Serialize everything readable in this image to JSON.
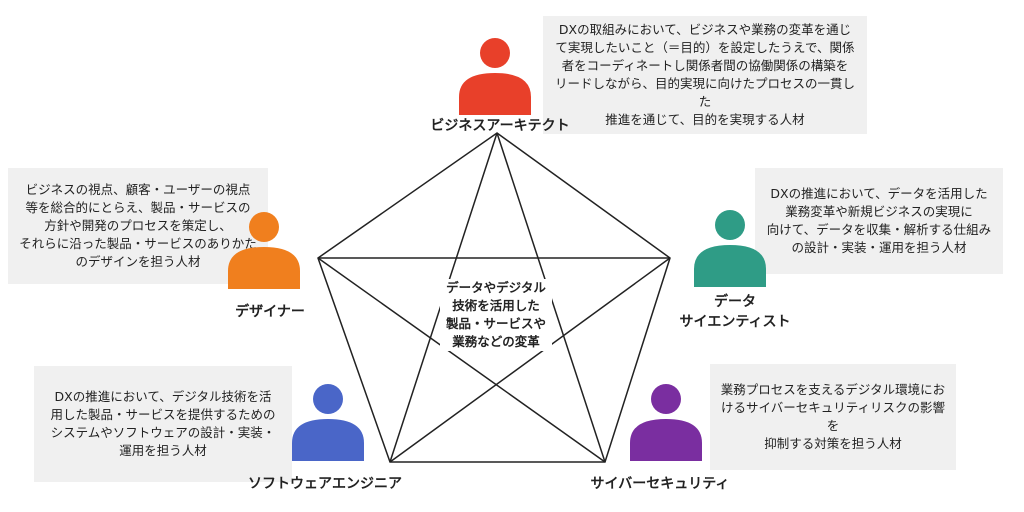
{
  "center": {
    "text": "データやデジタル\n技術を活用した\n製品・サービスや\n業務などの変革"
  },
  "roles": {
    "architect": {
      "label": "ビジネスアーキテクト",
      "color": "#e8402a",
      "description": "DXの取組みにおいて、ビジネスや業務の変革を通じ\nて実現したいこと（＝目的）を設定したうえで、関係\n者をコーディネートし関係者間の協働関係の構築を\nリードしながら、目的実現に向けたプロセスの一貫した\n推進を通じて、目的を実現する人材"
    },
    "designer": {
      "label": "デザイナー",
      "color": "#f07f1e",
      "description": "ビジネスの視点、顧客・ユーザーの視点\n等を総合的にとらえ、製品・サービスの\n方針や開発のプロセスを策定し、\nそれらに沿った製品・サービスのありかた\nのデザインを担う人材"
    },
    "data_scientist": {
      "label": "データ\nサイエンティスト",
      "color": "#2f9c86",
      "description": "DXの推進において、データを活用した\n業務変革や新規ビジネスの実現に\n向けて、データを収集・解析する仕組み\nの設計・実装・運用を担う人材"
    },
    "software_engineer": {
      "label": "ソフトウェアエンジニア",
      "color": "#4a66c8",
      "description": "DXの推進において、デジタル技術を活\n用した製品・サービスを提供するための\nシステムやソフトウェアの設計・実装・\n運用を担う人材"
    },
    "cybersecurity": {
      "label": "サイバーセキュリティ",
      "color": "#7a2ea0",
      "description": "業務プロセスを支えるデジタル環境にお\nけるサイバーセキュリティリスクの影響を\n抑制する対策を担う人材"
    }
  }
}
